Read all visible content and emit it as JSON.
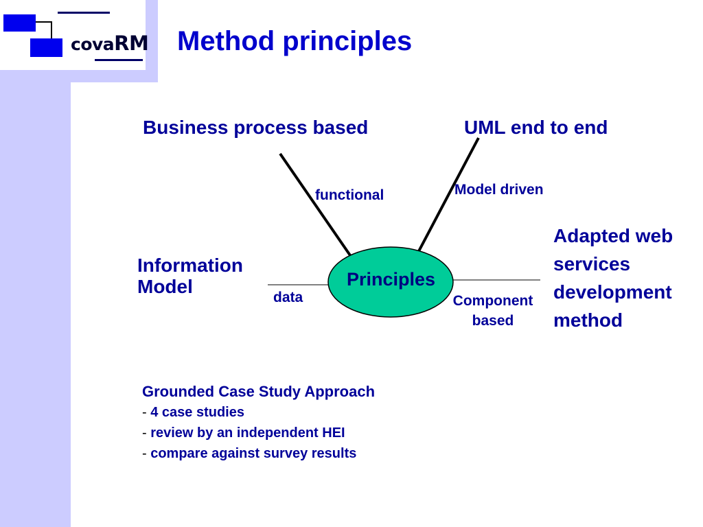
{
  "logo": {
    "text_small": "cova",
    "text_big": "RM",
    "colors": {
      "square": "#0000ee",
      "line": "#000066"
    }
  },
  "title": "Method principles",
  "diagram": {
    "center": "Principles",
    "center_fill": "#00cc99",
    "nodes": {
      "top_left": "Business process based",
      "top_right": "UML end to end",
      "left": [
        "Information",
        "Model"
      ],
      "right": [
        "Adapted web",
        "services",
        "development",
        "method"
      ]
    },
    "edge_labels": {
      "functional": "functional",
      "model_driven": "Model driven",
      "data": "data",
      "component_based": [
        "Component",
        "based"
      ]
    }
  },
  "approach": {
    "title": "Grounded Case Study Approach",
    "items": [
      "4 case studies",
      "review by an independent HEI",
      "compare against survey results"
    ]
  }
}
